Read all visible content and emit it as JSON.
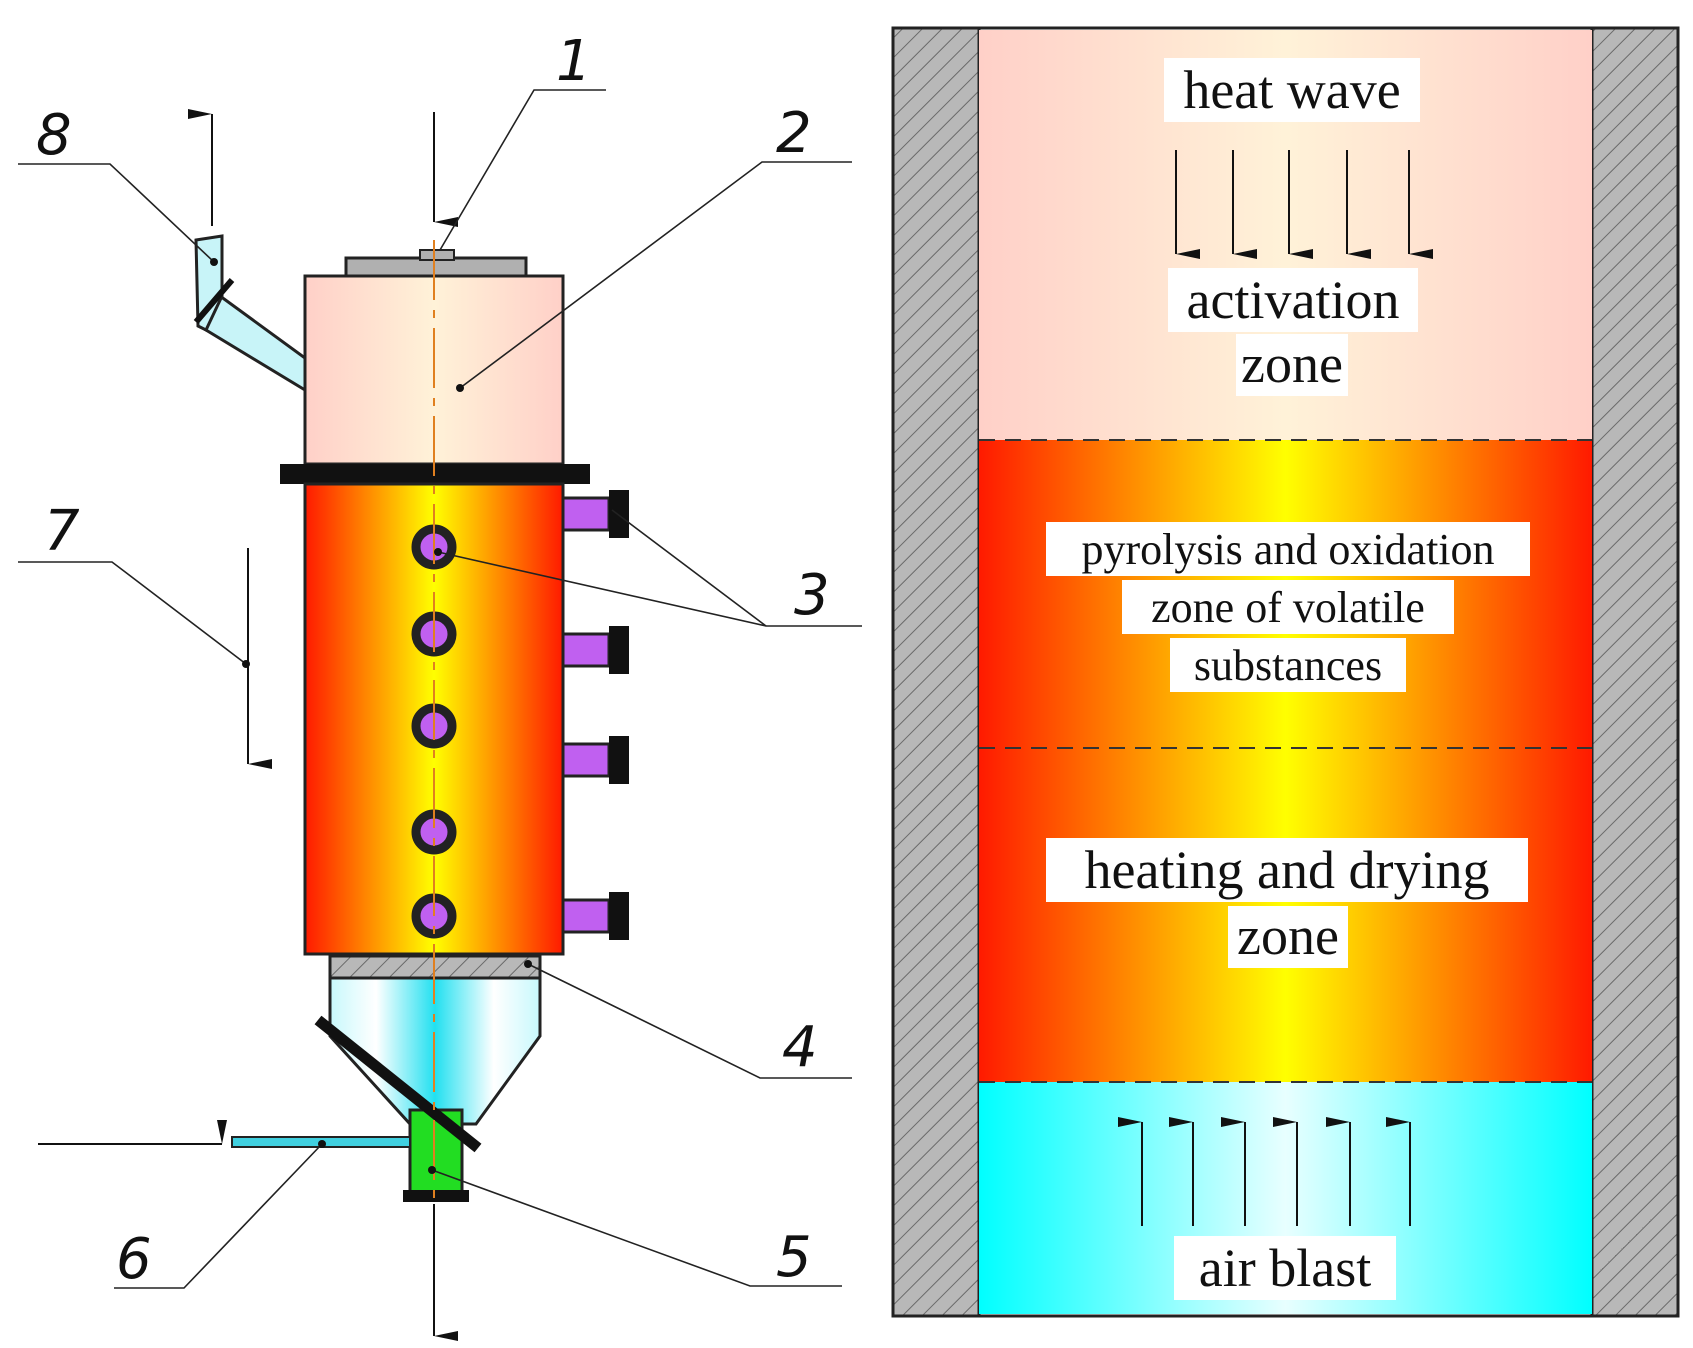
{
  "callouts": {
    "c1": "1",
    "c2": "2",
    "c3": "3",
    "c4": "4",
    "c5": "5",
    "c6": "6",
    "c7": "7",
    "c8": "8"
  },
  "zones": {
    "heat_wave": "heat wave",
    "activation_line1": "activation",
    "activation_line2": "zone",
    "pyrolysis_line1": "pyrolysis and oxidation",
    "pyrolysis_line2": "zone of volatile",
    "pyrolysis_line3": "substances",
    "heating_line1": "heating and drying",
    "heating_line2": "zone",
    "air_blast": "air blast"
  },
  "colors": {
    "activation_zone": "#ffd6cf",
    "hot_zone_edge": "#ff1a00",
    "hot_zone_center": "#ffff00",
    "air_zone": "#00ffff",
    "wall": "#b8b8b8",
    "tuyere": "#c060f0",
    "outlet": "#22dd22",
    "pipe": "#c8f4f8"
  }
}
